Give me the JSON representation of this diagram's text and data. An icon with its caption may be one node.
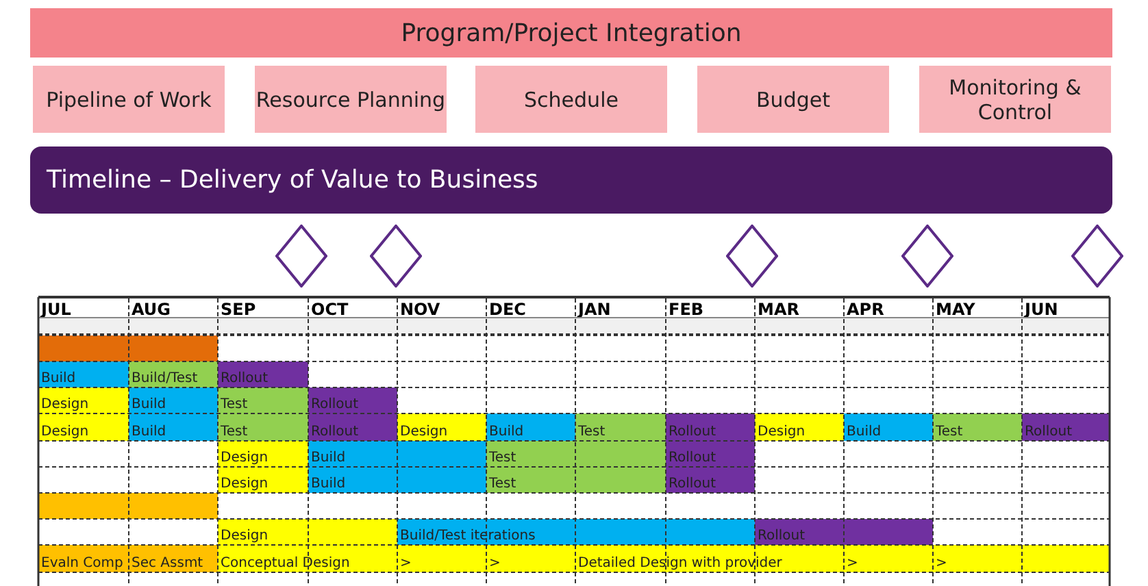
{
  "diagram": {
    "nodes": [
      {
        "text": [
          "Program/Project Integration"
        ]
      },
      {
        "text": [
          "Pipeline of Work"
        ]
      },
      {
        "text": [
          "Resource Planning"
        ]
      },
      {
        "text": [
          "Schedule"
        ]
      },
      {
        "text": [
          "Budget"
        ]
      },
      {
        "text": [
          "Monitoring & Control"
        ]
      },
      {
        "text": [
          "Timeline – Delivery of Value to Business"
        ]
      },
      {
        "text": [],
        "shape": "diamond"
      },
      {
        "text": [],
        "shape": "diamond"
      },
      {
        "text": [],
        "shape": "diamond"
      },
      {
        "text": [],
        "shape": "diamond"
      },
      {
        "text": [],
        "shape": "diamond"
      },
      {
        "text": [],
        "shape": "bar"
      },
      {
        "text": [
          "Build"
        ]
      },
      {
        "text": [
          "Build/Test"
        ]
      },
      {
        "text": [
          "Rollout"
        ]
      },
      {
        "text": [
          "Design"
        ]
      },
      {
        "text": [
          "Build"
        ]
      },
      {
        "text": [
          "Test"
        ]
      },
      {
        "text": [
          "Rollout"
        ]
      },
      {
        "text": [
          "Design"
        ]
      },
      {
        "text": [
          "Build"
        ]
      },
      {
        "text": [
          "Test"
        ]
      },
      {
        "text": [
          "Rollout"
        ]
      },
      {
        "text": [
          "Design"
        ]
      },
      {
        "text": [
          "Build"
        ]
      },
      {
        "text": [
          "Test"
        ]
      },
      {
        "text": [
          "Rollout"
        ]
      },
      {
        "text": [
          "Design"
        ]
      },
      {
        "text": [
          "Build"
        ]
      },
      {
        "text": [
          "Test"
        ]
      },
      {
        "text": [
          "Rollout"
        ]
      },
      {
        "text": [
          "Design"
        ]
      },
      {
        "text": [
          "Build"
        ]
      },
      {
        "text": [
          "Test"
        ]
      },
      {
        "text": [
          "Rollout"
        ]
      },
      {
        "text": [
          "Design"
        ]
      },
      {
        "text": [
          "Build"
        ]
      },
      {
        "text": [
          "Test"
        ]
      },
      {
        "text": [
          "Rollout"
        ]
      },
      {
        "text": [],
        "shape": "bar"
      },
      {
        "text": [
          "Design"
        ]
      },
      {
        "text": [
          "Build/Test iterations"
        ]
      },
      {
        "text": [
          "Rollout"
        ]
      },
      {
        "text": [
          "Evaln Comp"
        ]
      },
      {
        "text": [
          "Sec Assmt"
        ]
      },
      {
        "text": [
          "Conceptual Design"
        ]
      },
      {
        "text": [
          ">"
        ]
      },
      {
        "text": [
          ">"
        ]
      },
      {
        "text": [
          "Detailed Design with provider"
        ]
      },
      {
        "text": [
          ">"
        ]
      },
      {
        "text": [
          ">"
        ]
      },
      {
        "text": [],
        "shape": "bar"
      }
    ],
    "edges": [],
    "labels": [
      "JUL",
      "AUG",
      "SEP",
      "OCT",
      "NOV",
      "DEC",
      "JAN",
      "FEB",
      "MAR",
      "APR",
      "MAY",
      "JUN"
    ]
  }
}
